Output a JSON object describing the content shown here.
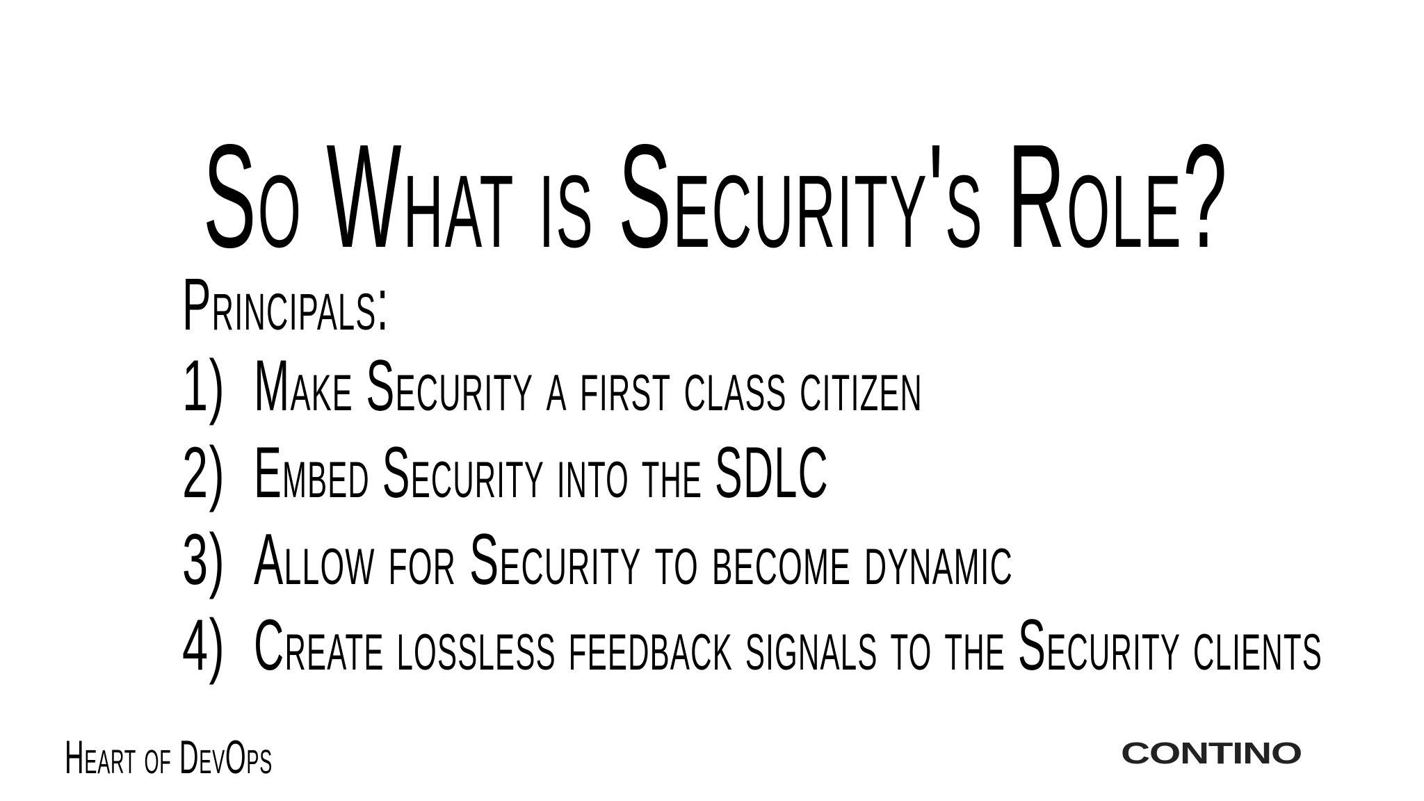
{
  "slide": {
    "title": "So What is Security's Role?",
    "subheading": "Principals:",
    "principles": [
      {
        "number": "1)",
        "text": "Make Security a first class citizen"
      },
      {
        "number": "2)",
        "text": "Embed Security into the SDLC"
      },
      {
        "number": "3)",
        "text": "Allow for Security to become dynamic"
      },
      {
        "number": "4)",
        "text": "Create lossless feedback signals to the Security clients"
      }
    ],
    "footer_left": "Heart of  DevOps",
    "logo_text": "CONTINO"
  },
  "colors": {
    "background": "#ffffff",
    "text": "#000000",
    "logo": "#222222"
  }
}
